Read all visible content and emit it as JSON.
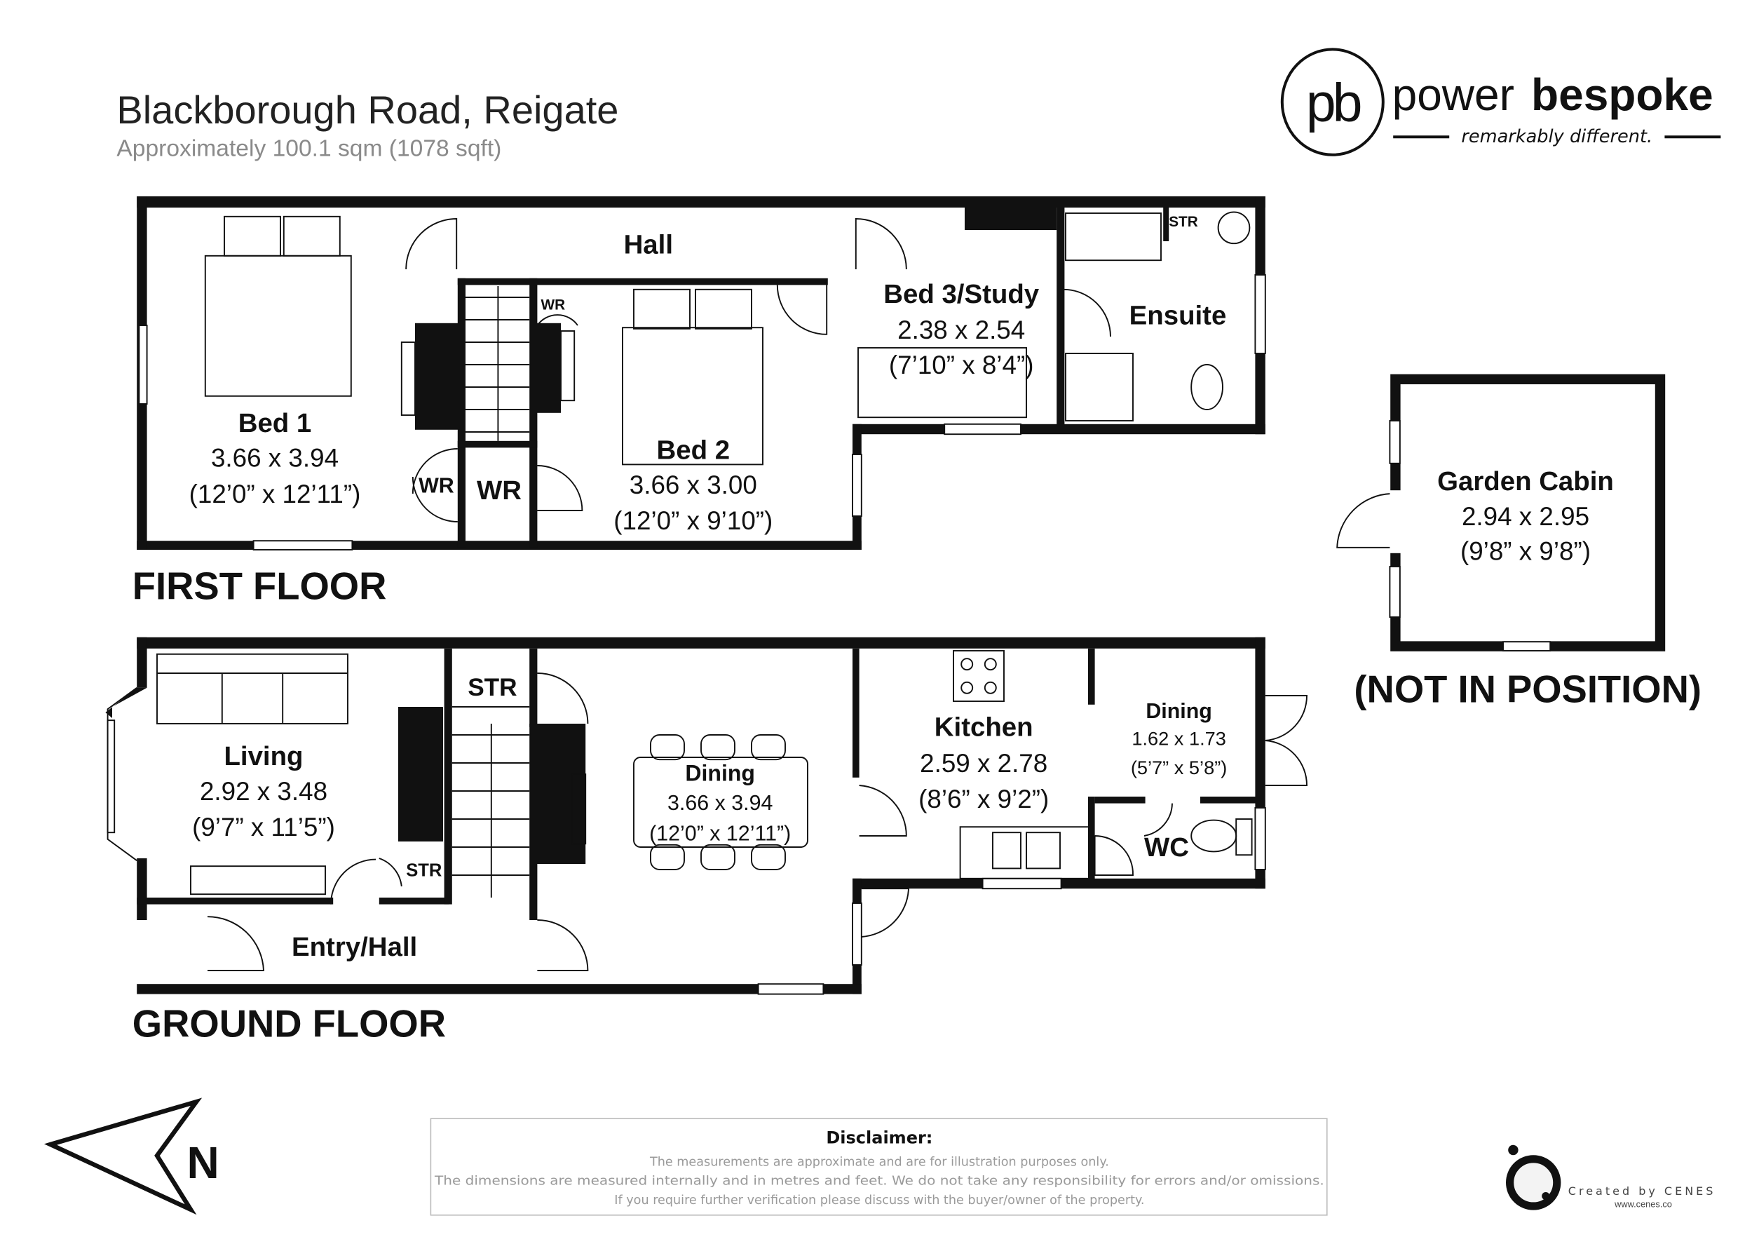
{
  "header": {
    "title": "Blackborough Road, Reigate",
    "subtitle": "Approximately 100.1 sqm (1078 sqft)"
  },
  "logo": {
    "monogram": "pb",
    "brand_light": "power",
    "brand_bold": "bespoke",
    "tagline": "remarkably different."
  },
  "first_floor": {
    "label": "FIRST FLOOR",
    "rooms": {
      "hall": {
        "name": "Hall"
      },
      "bed1": {
        "name": "Bed 1",
        "metric": "3.66 x 3.94",
        "imperial": "(12’0” x 12’11”)"
      },
      "bed2": {
        "name": "Bed 2",
        "metric": "3.66 x 3.00",
        "imperial": "(12’0” x 9’10”)"
      },
      "bed3": {
        "name": "Bed 3/Study",
        "metric": "2.38 x 2.54",
        "imperial": "(7’10” x 8’4”)"
      },
      "ensuite": {
        "name": "Ensuite"
      },
      "str": {
        "name": "STR"
      },
      "wr1": {
        "name": "WR"
      },
      "wr2": {
        "name": "WR"
      },
      "wr3": {
        "name": "WR"
      }
    }
  },
  "ground_floor": {
    "label": "GROUND FLOOR",
    "rooms": {
      "living": {
        "name": "Living",
        "metric": "2.92 x 3.48",
        "imperial": "(9’7” x 11’5”)"
      },
      "dining": {
        "name": "Dining",
        "metric": "3.66 x 3.94",
        "imperial": "(12’0” x 12’11”)"
      },
      "kitchen": {
        "name": "Kitchen",
        "metric": "2.59 x 2.78",
        "imperial": "(8’6” x 9’2”)"
      },
      "dining2": {
        "name": "Dining",
        "metric": "1.62 x 1.73",
        "imperial": "(5’7” x 5’8”)"
      },
      "wc": {
        "name": "WC"
      },
      "entry": {
        "name": "Entry/Hall"
      },
      "str1": {
        "name": "STR"
      },
      "str2": {
        "name": "STR"
      }
    }
  },
  "garden_cabin": {
    "name": "Garden Cabin",
    "metric": "2.94 x 2.95",
    "imperial": "(9’8” x 9’8”)",
    "note": "(NOT IN POSITION)"
  },
  "compass": {
    "label": "N",
    "icon": "north-arrow-icon"
  },
  "disclaimer": {
    "title": "Disclaimer:",
    "lines": [
      "The measurements are approximate and are for illustration purposes only.",
      "The dimensions are measured internally and in metres and feet. We do not take any responsibility for errors and/or omissions.",
      "If you require further verification please discuss with the buyer/owner of the property."
    ]
  },
  "credit": {
    "text": "Created by CENES",
    "url": "www.cenes.co"
  },
  "colors": {
    "wall": "#111111",
    "subtitle": "#8a8a8a",
    "disclaimer_text": "#9a9a9a"
  }
}
